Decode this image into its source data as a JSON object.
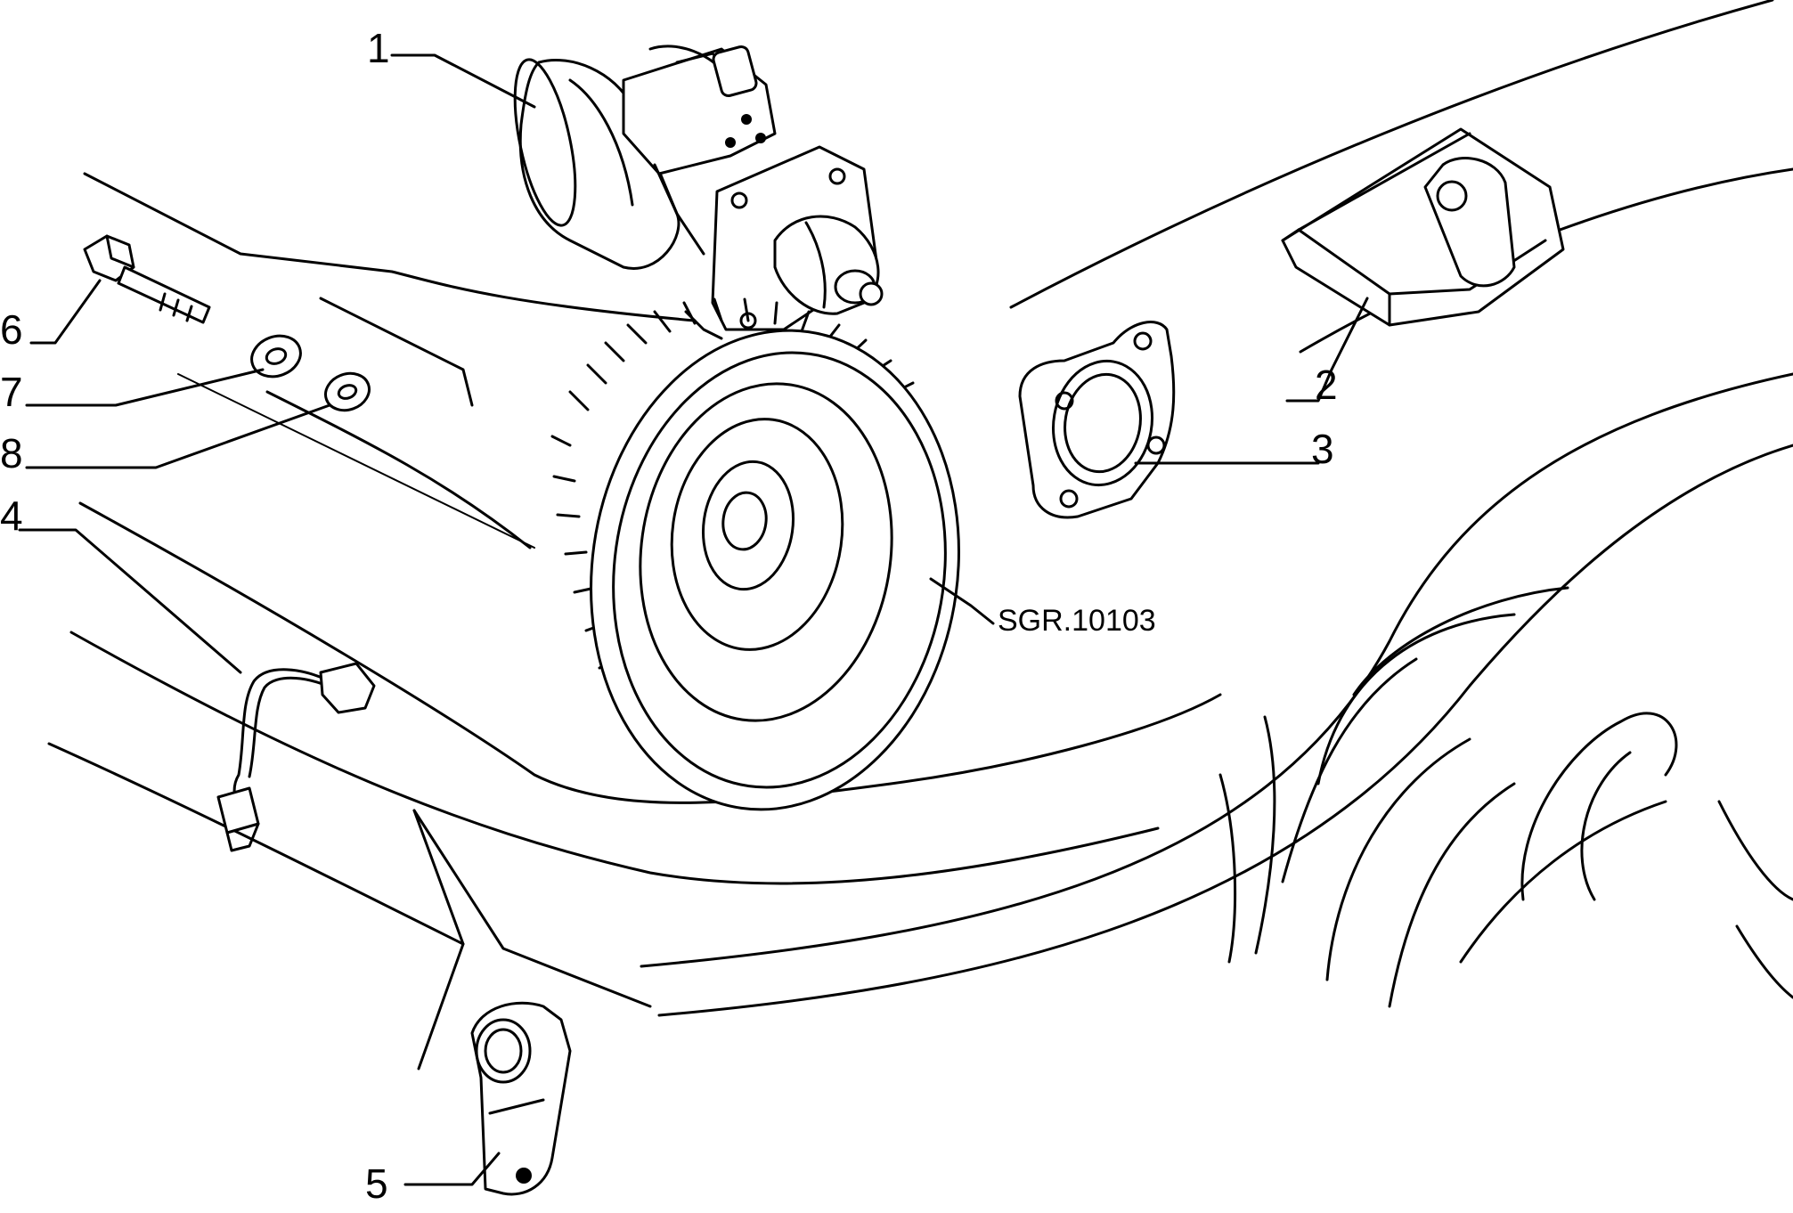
{
  "callouts": {
    "c1": "1",
    "c2": "2",
    "c3": "3",
    "c4": "4",
    "c5": "5",
    "c6": "6",
    "c7": "7",
    "c8": "8"
  },
  "drawing_code": "SGR.10103"
}
